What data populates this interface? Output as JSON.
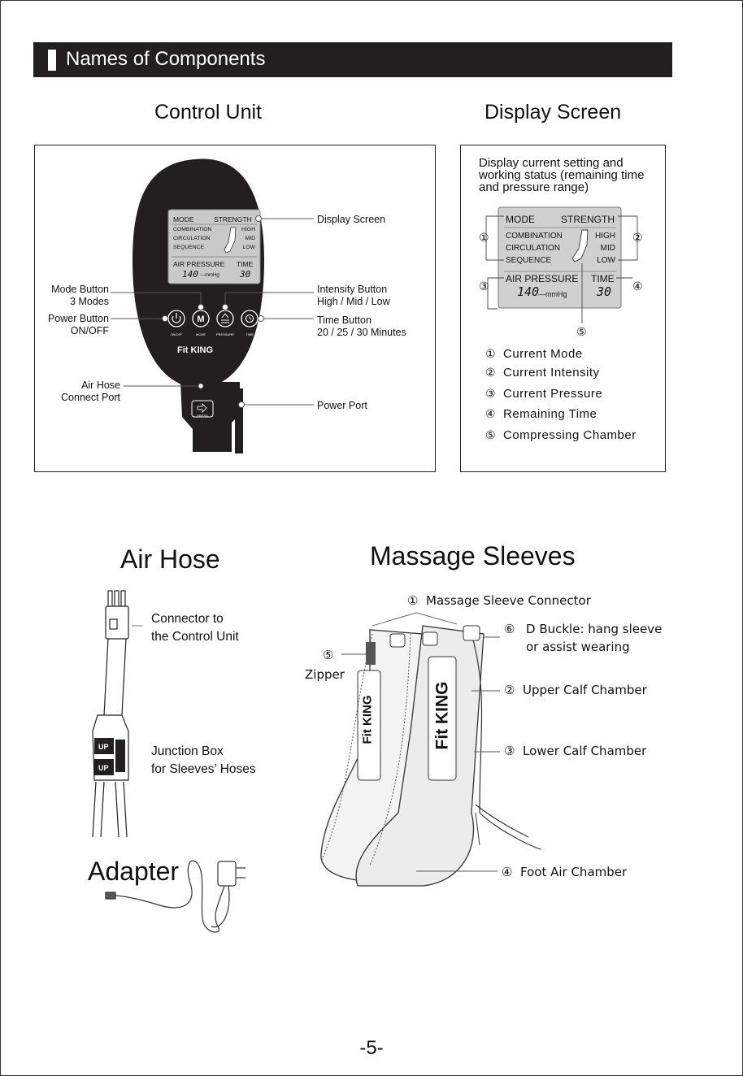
{
  "section_title": "Names of Components",
  "control_unit": {
    "heading": "Control Unit",
    "screen": {
      "mode": "MODE",
      "strength": "STRENGTH",
      "modes": [
        "COMBINATION",
        "CIRCULATION",
        "SEQUENCE"
      ],
      "levels": [
        "HIGH",
        "MID",
        "LOW"
      ],
      "air_pressure": "AIR PRESSURE",
      "time": "TIME",
      "pressure_value": "140",
      "unit": "mmHg",
      "time_value": "30"
    },
    "button_captions": [
      "ON/OFF",
      "MODE",
      "PRESSURE",
      "TIME"
    ],
    "brand": "Fit KING",
    "port_caption": "PRESS",
    "callouts": {
      "display_screen": "Display Screen",
      "intensity_1": "Intensity Button",
      "intensity_2": "High / Mid / Low",
      "time_1": "Time Button",
      "time_2": "20 / 25 / 30 Minutes",
      "mode_1": "Mode Button",
      "mode_2": "3 Modes",
      "power_1": "Power Button",
      "power_2": "ON/OFF",
      "hose_1": "Air Hose",
      "hose_2": "Connect Port",
      "power_port": "Power Port"
    }
  },
  "display_screen": {
    "heading": "Display Screen",
    "intro": "Display current setting and working status (remaining time and pressure range)",
    "markers": [
      "①",
      "②",
      "③",
      "④",
      "⑤"
    ],
    "legend": [
      {
        "num": "①",
        "text": "Current Mode"
      },
      {
        "num": "②",
        "text": "Current Intensity"
      },
      {
        "num": "③",
        "text": "Current Pressure"
      },
      {
        "num": "④",
        "text": "Remaining Time"
      },
      {
        "num": "⑤",
        "text": "Compressing Chamber"
      }
    ]
  },
  "air_hose": {
    "heading": "Air Hose",
    "connector_1": "Connector to",
    "connector_2": "the Control Unit",
    "junction_1": "Junction Box",
    "junction_2": "for Sleeves’ Hoses",
    "box_label": "UP"
  },
  "adapter": {
    "heading": "Adapter"
  },
  "massage_sleeves": {
    "heading": "Massage Sleeves",
    "labels": {
      "connector": {
        "num": "①",
        "text": "Massage Sleeve Connector"
      },
      "buckle": {
        "num": "⑥",
        "line1": "D Buckle: hang sleeve",
        "line2": "or assist wearing"
      },
      "zipper": {
        "num": "⑤",
        "text": "Zipper"
      },
      "upper": {
        "num": "②",
        "text": "Upper Calf Chamber"
      },
      "lower": {
        "num": "③",
        "text": "Lower Calf Chamber"
      },
      "foot": {
        "num": "④",
        "text": "Foot Air Chamber"
      }
    },
    "brand": "Fit KING"
  },
  "page_number": "-5-"
}
